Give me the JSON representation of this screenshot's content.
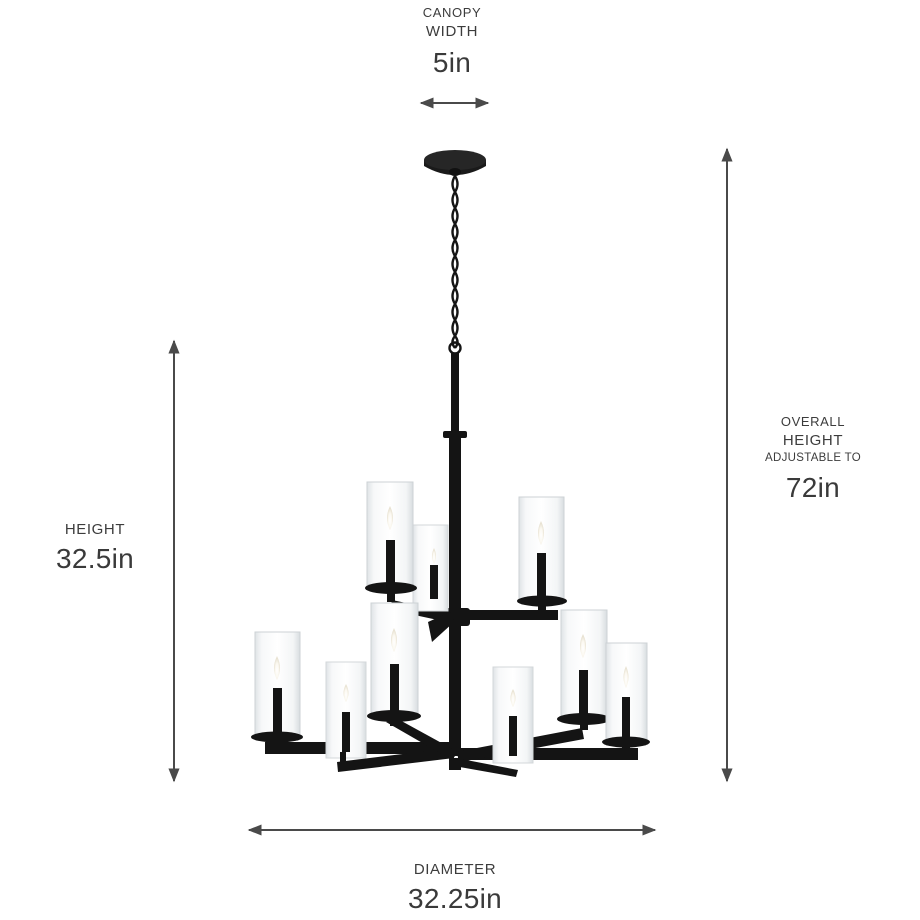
{
  "dimensions": {
    "canopy_width": {
      "label_line1": "CANOPY",
      "label_line2": "WIDTH",
      "value": "5in"
    },
    "height": {
      "label": "HEIGHT",
      "value": "32.5in"
    },
    "overall_height": {
      "label_line1": "OVERALL",
      "label_line2": "HEIGHT",
      "label_line3": "ADJUSTABLE TO",
      "value": "72in"
    },
    "diameter": {
      "label": "DIAMETER",
      "value": "32.25in"
    }
  },
  "colors": {
    "fixture": "#141414",
    "arrow": "#4a4a4a",
    "text": "#3c3c3c",
    "glass": "#eef0f2"
  },
  "illustration": {
    "subject": "two-tier 9-light chandelier with clear glass cylinder shades",
    "light_count": 9
  }
}
